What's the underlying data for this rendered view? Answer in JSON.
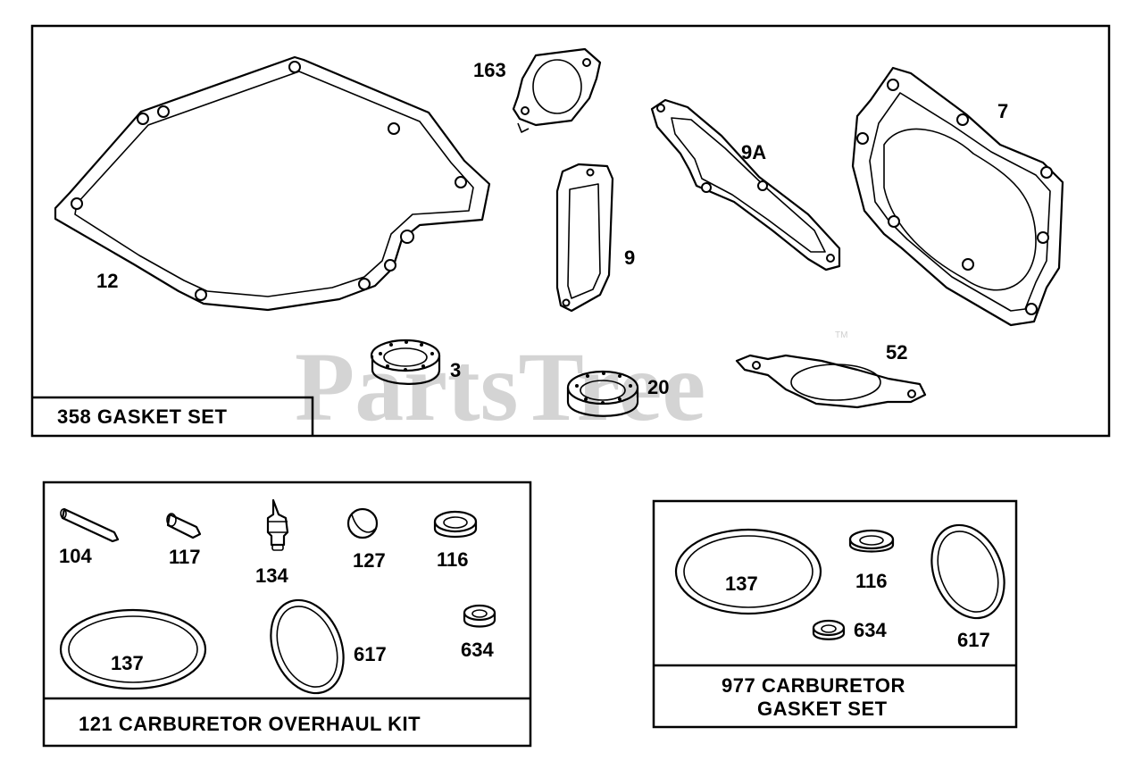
{
  "watermark": {
    "text": "PartsTree",
    "mark": "TM"
  },
  "kits": {
    "gasket_set": {
      "title": "358 GASKET SET",
      "parts": {
        "p12": "12",
        "p163": "163",
        "p9": "9",
        "p9a": "9A",
        "p7": "7",
        "p3": "3",
        "p20": "20",
        "p52": "52"
      }
    },
    "overhaul_kit": {
      "title": "121 CARBURETOR OVERHAUL KIT",
      "parts": {
        "p104": "104",
        "p117": "117",
        "p134": "134",
        "p127": "127",
        "p116": "116",
        "p137": "137",
        "p617": "617",
        "p634": "634"
      }
    },
    "carb_gasket_set": {
      "title_line1": "977 CARBURETOR",
      "title_line2": "GASKET SET",
      "parts": {
        "p137": "137",
        "p116": "116",
        "p634": "634",
        "p617": "617"
      }
    }
  }
}
